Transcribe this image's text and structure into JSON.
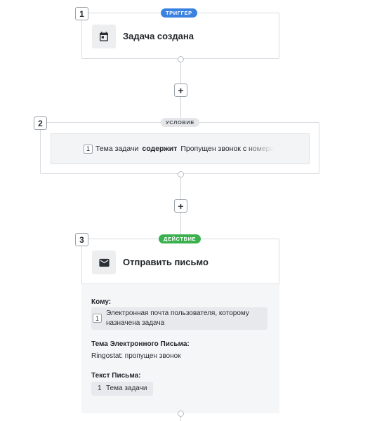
{
  "steps": [
    {
      "number": "1",
      "badge": "ТРИГГЕР",
      "icon": "calendar-icon",
      "title": "Задача создана"
    },
    {
      "number": "2",
      "badge": "УСЛОВИЕ",
      "condition": {
        "ref_num": "1",
        "field": "Тема задачи",
        "operator": "содержит",
        "value": "Пропущен звонок с номера"
      }
    },
    {
      "number": "3",
      "badge": "ДЕЙСТВИЕ",
      "icon": "mail-icon",
      "title": "Отправить письмо",
      "fields": {
        "to_label": "Кому:",
        "to_ref": "1",
        "to_value_line1": "Электронная почта пользователя, которому",
        "to_value_line2": "назначена задача",
        "subject_label": "Тема Электронного Письма:",
        "subject_value": "Ringostat: пропущен звонок",
        "body_label": "Текст Письма:",
        "body_ref": "1",
        "body_value": "Тема задачи"
      }
    }
  ],
  "add_button_label": "+",
  "colors": {
    "trigger": "#3b82e0",
    "condition": "#e4e6e9",
    "action": "#3bb04f"
  }
}
